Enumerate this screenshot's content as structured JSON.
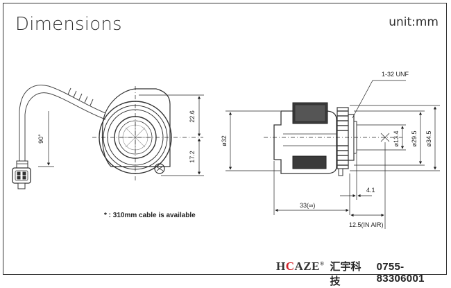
{
  "header": {
    "title": "Dimensions",
    "unit": "unit:mm"
  },
  "front_view": {
    "dim_upper": "22.6",
    "dim_lower": "17.2",
    "dim_angle": "90°",
    "note": "* : 310mm cable is available"
  },
  "side_view": {
    "thread": "1-32 UNF",
    "dia_32": "ø32",
    "dia_13_4": "ø13.4",
    "dia_29_5": "ø29.5",
    "dia_34_5": "ø34.5",
    "dim_4_1": "4.1",
    "dim_33": "33(∞)",
    "dim_12_5": "12.5(IN AIR)"
  },
  "footer": {
    "brand_pre": "H",
    "brand_o": "C",
    "brand_post": "AZE",
    "brand_reg": "®",
    "company_cn": "汇宇科技",
    "phone": "0755-83306001"
  }
}
